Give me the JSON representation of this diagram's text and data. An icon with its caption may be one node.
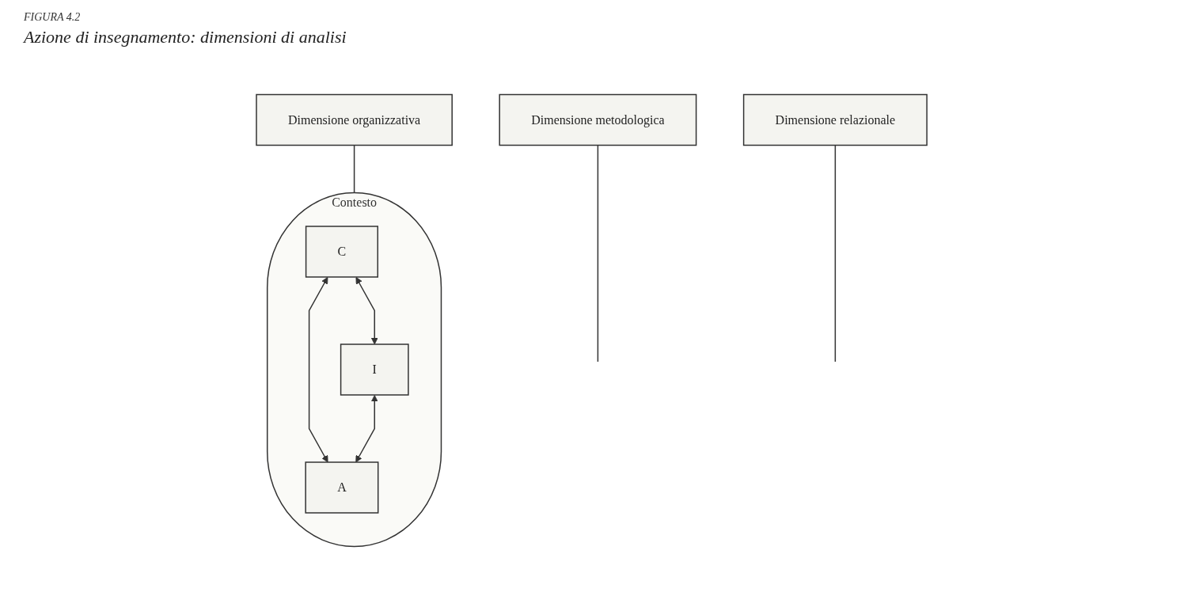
{
  "diagram": {
    "title": "Azione di insegnamento: dimensioni di analisi",
    "nodes": [
      {
        "text": [
          "Dimensione organizzativa"
        ]
      },
      {
        "text": [
          "Dimensione metodologica"
        ]
      },
      {
        "text": [
          "Contesto"
        ]
      },
      {
        "text": [
          "C"
        ],
        "in": 2
      },
      {
        "text": [
          "I"
        ],
        "in": 2
      },
      {
        "text": [
          "A"
        ],
        "in": 2
      },
      {
        "text": [
          "Dimensione relazionale"
        ]
      }
    ],
    "edges": [
      {
        "from": 0,
        "to": 2,
        "arrow": "none"
      },
      {
        "from": 1,
        "to": null,
        "arrow": "none"
      },
      {
        "from": 3,
        "to": 4,
        "arrow": "both"
      },
      {
        "from": 3,
        "to": 5,
        "arrow": "both"
      },
      {
        "from": 4,
        "to": 5,
        "arrow": "both"
      },
      {
        "from": 6,
        "to": null,
        "arrow": "none"
      }
    ],
    "labels": [
      "FIGURA 4.2"
    ]
  }
}
